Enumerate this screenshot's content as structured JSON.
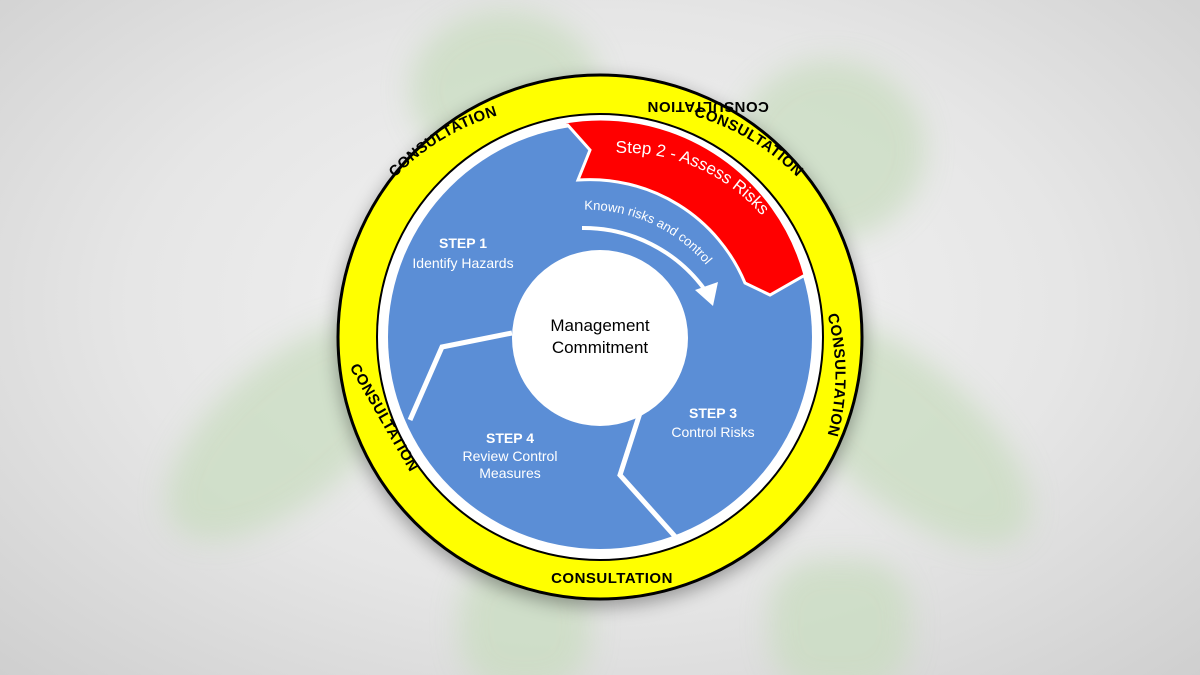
{
  "colors": {
    "ring": "#ffff00",
    "ring_outline": "#000000",
    "segments": "#5b8ed6",
    "highlight": "#ff0000",
    "center": "#ffffff",
    "background_figure": "#c9dcc0"
  },
  "ring": {
    "label_top": "CONSULTATION",
    "label_top_right": "CONSULTATION",
    "label_top_left": "CONSULTATION",
    "label_right": "CONSULTATION",
    "label_left": "CONSULTATION",
    "label_bottom": "CONSULTATION"
  },
  "center": {
    "line1": "Management",
    "line2": "Commitment"
  },
  "steps": {
    "step1": {
      "title": "STEP 1",
      "text": "Identify Hazards"
    },
    "step2": {
      "text": "Step 2 - Assess Risks"
    },
    "step3": {
      "title": "STEP 3",
      "text": "Control Risks"
    },
    "step4": {
      "title": "STEP 4",
      "line1": "Review Control",
      "line2": "Measures"
    }
  },
  "arrow": {
    "label": "Known risks and control"
  }
}
